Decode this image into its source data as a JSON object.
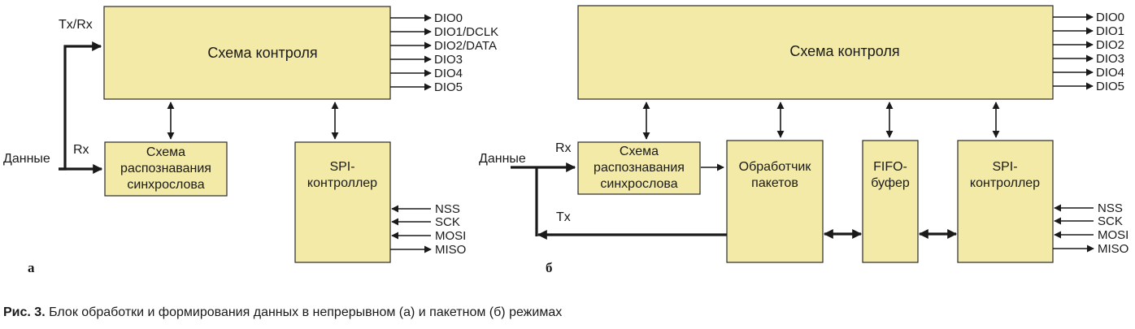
{
  "figure_a": {
    "control_block": "Схема контроля",
    "sync_block": [
      "Схема",
      "распознавания",
      "синхрослова"
    ],
    "spi_block": [
      "SPI-",
      "контроллер"
    ],
    "dio_outputs": [
      "DIO0",
      "DIO1/DCLK",
      "DIO2/DATA",
      "DIO3",
      "DIO4",
      "DIO5"
    ],
    "spi_pins": [
      "NSS",
      "SCK",
      "MOSI",
      "MISO"
    ],
    "input_label": "Данные",
    "txrx_label": "Tx/Rx",
    "rx_label": "Rx",
    "panel_letter": "а"
  },
  "figure_b": {
    "control_block": "Схема контроля",
    "sync_block": [
      "Схема",
      "распознавания",
      "синхрослова"
    ],
    "packet_block": [
      "Обработчик",
      "пакетов"
    ],
    "fifo_block": [
      "FIFO-",
      "буфер"
    ],
    "spi_block": [
      "SPI-",
      "контроллер"
    ],
    "dio_outputs": [
      "DIO0",
      "DIO1",
      "DIO2",
      "DIO3",
      "DIO4",
      "DIO5"
    ],
    "spi_pins": [
      "NSS",
      "SCK",
      "MOSI",
      "MISO"
    ],
    "input_label": "Данные",
    "rx_label": "Rx",
    "tx_label": "Tx",
    "panel_letter": "б"
  },
  "caption": {
    "prefix": "Рис. 3.",
    "text": " Блок обработки и формирования данных в непрерывном (а) и пакетном (б) режимах"
  }
}
